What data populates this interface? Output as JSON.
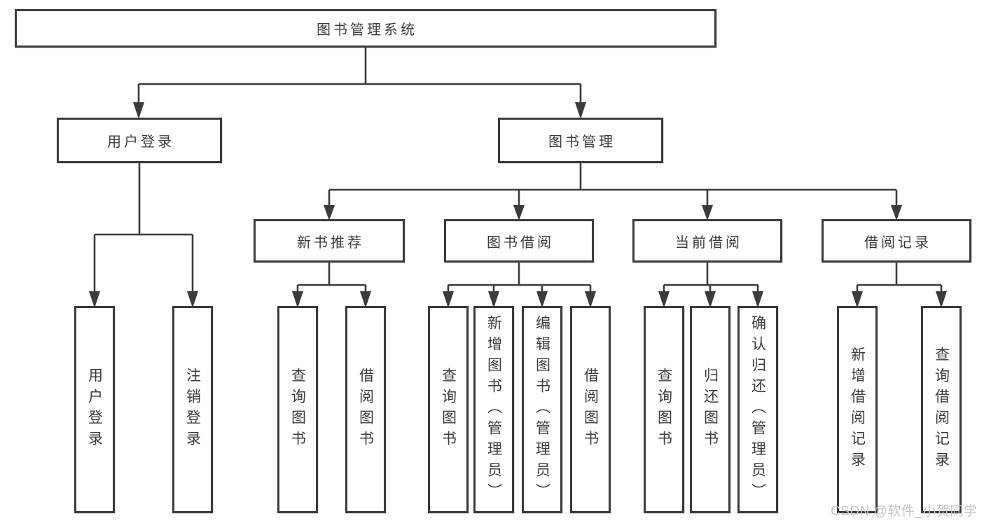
{
  "tree": {
    "root": {
      "label": "图书管理系统"
    },
    "level2": [
      {
        "label": "用户登录"
      },
      {
        "label": "图书管理"
      }
    ],
    "level3": [
      {
        "label": "新书推荐"
      },
      {
        "label": "图书借阅"
      },
      {
        "label": "当前借阅"
      },
      {
        "label": "借阅记录"
      }
    ],
    "leaves": {
      "user_login": [
        "用户登录",
        "注销登录"
      ],
      "new_book_recommend": [
        "查询图书",
        "借阅图书"
      ],
      "book_borrowing": [
        "查询图书",
        "新增图书（管理员）",
        "编辑图书（管理员）",
        "借阅图书"
      ],
      "current_borrowing": [
        "查询图书",
        "归还图书",
        "确认归还（管理员）"
      ],
      "borrowing_records": [
        "新增借阅记录",
        "查询借阅记录"
      ]
    }
  },
  "watermark": "CSDN @软件_小贺同学",
  "colors": {
    "line": "#3b3b3b",
    "box_border": "#3b3b3b",
    "box_fill": "#ffffff",
    "text": "#3c3c3c",
    "watermark": "#c3c3c8",
    "background": "#ffffff"
  }
}
